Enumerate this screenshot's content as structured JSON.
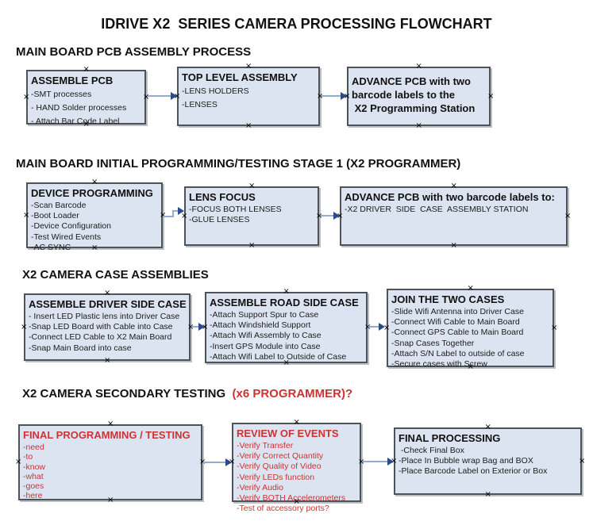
{
  "page": {
    "title": "IDRIVE X2  SERIES CAMERA PROCESSING FLOWCHART"
  },
  "colors": {
    "box_fill": "#dce4f1",
    "box_border": "#4d5359",
    "arrow_shaft": "#93abce",
    "arrow_head": "#2b4a8d",
    "red_accent": "#cc3333"
  },
  "sections": [
    {
      "header": "MAIN BOARD PCB ASSEMBLY PROCESS",
      "header_red": "",
      "boxes": [
        {
          "title": "ASSEMBLE PCB",
          "red_text": false,
          "items": [
            "-SMT processes",
            "- HAND Solder processes",
            "- Attach Bar Code Label"
          ]
        },
        {
          "title": "TOP LEVEL ASSEMBLY",
          "red_text": false,
          "items": [
            "-LENS HOLDERS",
            "-LENSES"
          ]
        },
        {
          "title": "ADVANCE PCB with two\nbarcode labels to the\n X2 Programming Station",
          "red_text": false,
          "items": []
        }
      ]
    },
    {
      "header": "MAIN BOARD INITIAL PROGRAMMING/TESTING STAGE 1 (X2 PROGRAMMER)",
      "header_red": "",
      "boxes": [
        {
          "title": "DEVICE PROGRAMMING",
          "red_text": false,
          "items": [
            "-Scan Barcode",
            "-Boot Loader",
            "-Device Configuration",
            "-Test Wired Events",
            "-AC SYNC"
          ]
        },
        {
          "title": "LENS FOCUS",
          "red_text": false,
          "items": [
            "-FOCUS BOTH LENSES",
            "-GLUE LENSES"
          ]
        },
        {
          "title": "ADVANCE PCB with two barcode labels to:",
          "red_text": false,
          "items": [
            "-X2 DRIVER  SIDE  CASE  ASSEMBLY STATION"
          ]
        }
      ]
    },
    {
      "header": "X2 CAMERA CASE ASSEMBLIES",
      "header_red": "",
      "boxes": [
        {
          "title": "ASSEMBLE DRIVER SIDE CASE",
          "red_text": false,
          "items": [
            "- Insert LED Plastic lens into Driver Case",
            "-Snap LED Board with Cable into Case",
            "-Connect LED Cable to X2 Main Board",
            "-Snap Main Board into case"
          ]
        },
        {
          "title": "ASSEMBLE ROAD SIDE CASE",
          "red_text": false,
          "items": [
            "-Attach Support Spur to Case",
            "-Attach Windshield Support",
            "-Attach Wifi Assembly to Case",
            "-Insert GPS Module into Case",
            "-Attach Wifi Label to Outside of Case"
          ]
        },
        {
          "title": "JOIN THE TWO CASES",
          "red_text": false,
          "items": [
            "-Slide Wifi Antenna into Driver Case",
            "-Connect Wifi Cable to Main Board",
            "-Connect GPS Cable to Main Board",
            "-Snap Cases Together",
            "-Attach S/N Label to outside of case",
            "-Secure cases with Screw"
          ]
        }
      ]
    },
    {
      "header": "X2 CAMERA SECONDARY TESTING ",
      "header_red": " (x6 PROGRAMMER)?",
      "boxes": [
        {
          "title": "FINAL PROGRAMMING / TESTING",
          "red_text": true,
          "items": [
            "-need",
            "-to",
            "-know",
            "-what",
            "-goes",
            "-here"
          ]
        },
        {
          "title": "REVIEW OF EVENTS",
          "red_text": true,
          "items": [
            "-Verify Transfer",
            "-Verify Correct Quantity",
            "-Verify Quality of Video",
            "-Verify LEDs function",
            "-Verify Audio",
            "-Verify BOTH Accelerometers",
            "-Test of accessory ports?"
          ]
        },
        {
          "title": "FINAL PROCESSING",
          "red_text": false,
          "items": [
            " -Check Final Box",
            "-Place In Bubble wrap Bag and BOX",
            "-Place Barcode Label on Exterior or Box"
          ]
        }
      ]
    }
  ]
}
